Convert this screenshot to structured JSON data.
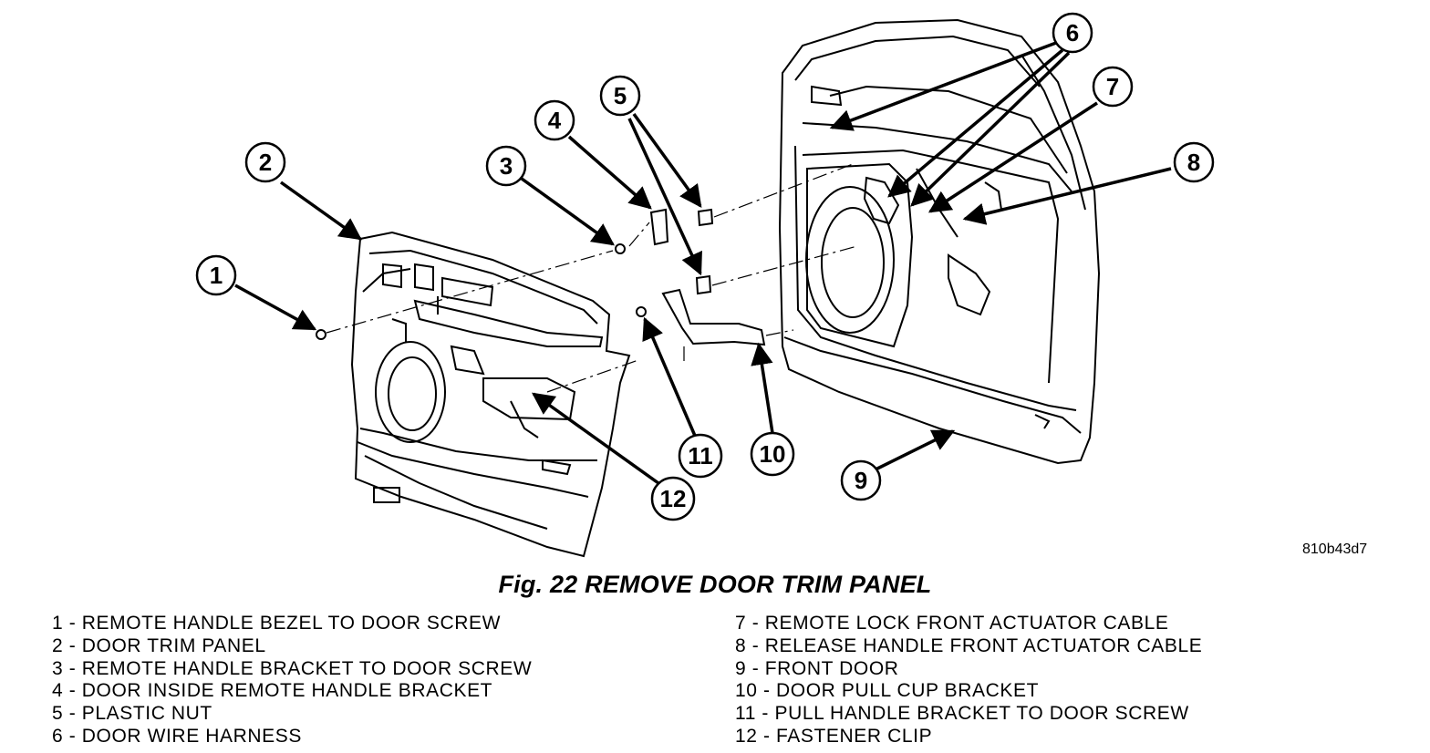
{
  "reference_code": "810b43d7",
  "figure_title": "Fig. 22 REMOVE DOOR TRIM PANEL",
  "callouts": [
    "1",
    "2",
    "3",
    "4",
    "5",
    "6",
    "7",
    "8",
    "9",
    "10",
    "11",
    "12"
  ],
  "legend_left": [
    "1 - REMOTE HANDLE BEZEL TO DOOR SCREW",
    "2 - DOOR TRIM PANEL",
    "3 - REMOTE HANDLE BRACKET TO DOOR SCREW",
    "4 - DOOR INSIDE REMOTE HANDLE BRACKET",
    "5 - PLASTIC NUT",
    "6 - DOOR WIRE HARNESS"
  ],
  "legend_right": [
    "7 - REMOTE LOCK FRONT ACTUATOR CABLE",
    "8 - RELEASE HANDLE FRONT ACTUATOR CABLE",
    "9 - FRONT DOOR",
    "10 - DOOR PULL CUP BRACKET",
    "11 - PULL HANDLE BRACKET TO DOOR SCREW",
    "12 - FASTENER CLIP"
  ]
}
